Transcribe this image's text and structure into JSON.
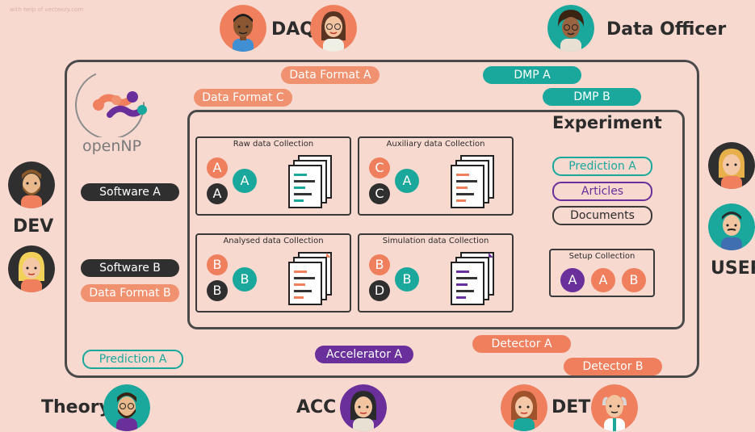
{
  "credit": "with help of vecteezy.com",
  "roles": {
    "daq": "DAQ",
    "data_officer": "Data Officer",
    "dev": "DEV",
    "user": "USER",
    "theory": "Theory",
    "acc": "ACC",
    "det": "DET"
  },
  "logo": {
    "text": "openNP"
  },
  "experiment": {
    "title": "Experiment"
  },
  "labels": {
    "data_format_a": "Data Format A",
    "data_format_c": "Data Format C",
    "data_format_b": "Data Format B",
    "dmp_a": "DMP A",
    "dmp_b": "DMP B",
    "software_a": "Software A",
    "software_b": "Software B",
    "prediction_a_outer": "Prediction A",
    "accelerator_a": "Accelerator A",
    "detector_a": "Detector A",
    "detector_b": "Detector B",
    "prediction_a_exp": "Prediction A",
    "articles": "Articles",
    "documents": "Documents"
  },
  "collections": {
    "raw": {
      "title": "Raw data Collection",
      "badges": [
        "A",
        "A",
        "A"
      ]
    },
    "aux": {
      "title": "Auxiliary data Collection",
      "badges": [
        "C",
        "A",
        "C"
      ]
    },
    "analysed": {
      "title": "Analysed data Collection",
      "badges": [
        "B",
        "B",
        "B"
      ]
    },
    "simulation": {
      "title": "Simulation data Collection",
      "badges": [
        "B",
        "B",
        "D"
      ]
    },
    "setup": {
      "title": "Setup Collection",
      "badges": [
        "A",
        "A",
        "B"
      ]
    }
  },
  "colors": {
    "background": "#f7d9cf",
    "teal": "#1aa89c",
    "orange": "#f07f5e",
    "purple": "#6a2f9a",
    "dark": "#2f2f2f"
  },
  "icons": [
    "person-avatar-icon",
    "document-stack-icon",
    "opennp-logo-icon"
  ]
}
